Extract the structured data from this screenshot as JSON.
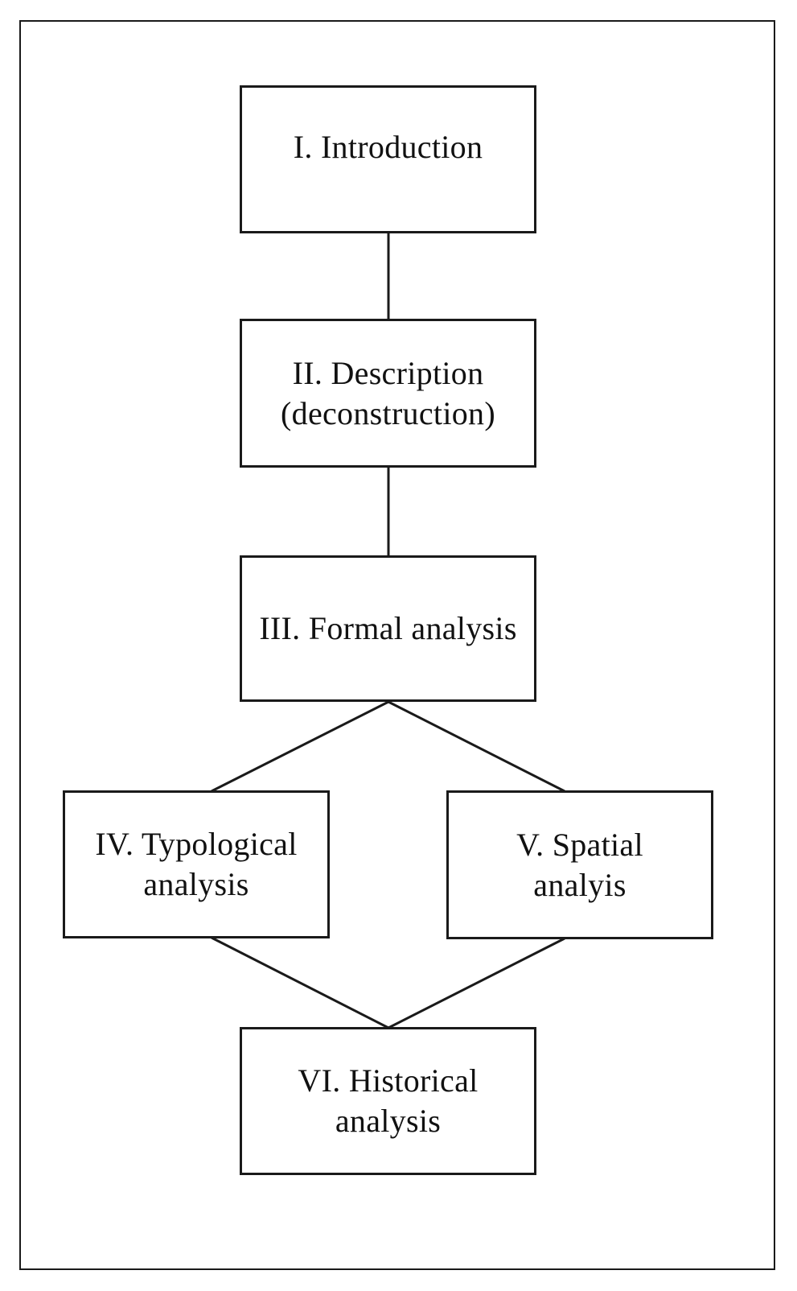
{
  "diagram": {
    "nodes": [
      {
        "id": "intro",
        "label": "I. Introduction"
      },
      {
        "id": "description",
        "label": "II. Description\n(deconstruction)"
      },
      {
        "id": "formal",
        "label": "III. Formal analysis"
      },
      {
        "id": "typological",
        "label": "IV. Typological\nanalysis"
      },
      {
        "id": "spatial",
        "label": "V. Spatial\nanalyis"
      },
      {
        "id": "historical",
        "label": "VI. Historical\nanalysis"
      }
    ],
    "edges": [
      {
        "from": "intro",
        "to": "description"
      },
      {
        "from": "description",
        "to": "formal"
      },
      {
        "from": "formal",
        "to": "typological"
      },
      {
        "from": "formal",
        "to": "spatial"
      },
      {
        "from": "typological",
        "to": "historical"
      },
      {
        "from": "spatial",
        "to": "historical"
      }
    ]
  }
}
